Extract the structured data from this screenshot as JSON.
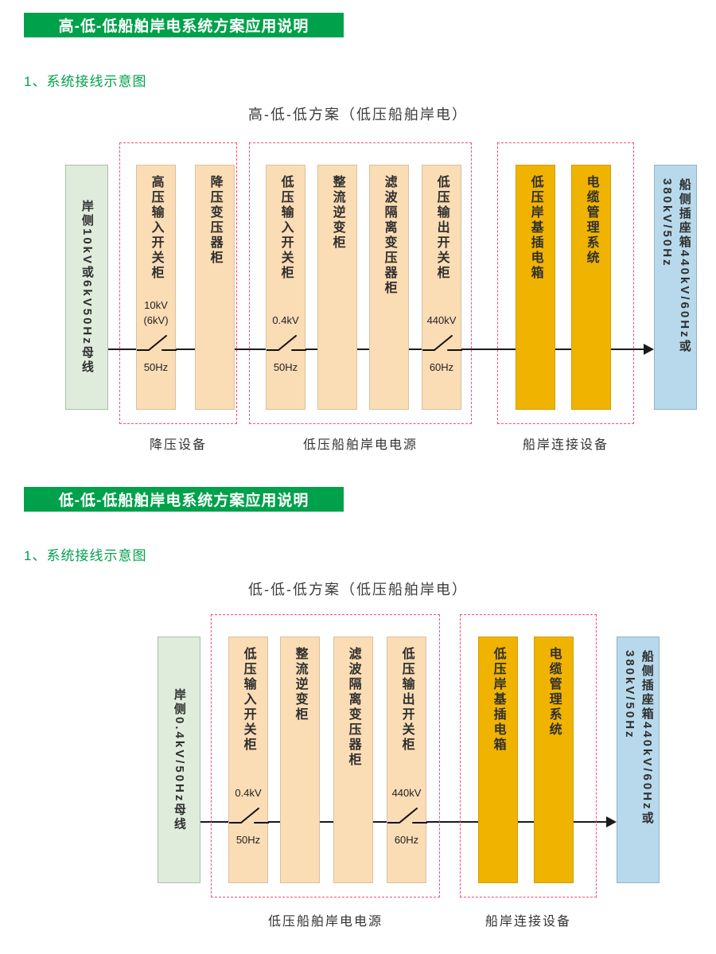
{
  "colors": {
    "banner_green": "#00a14b",
    "mint_box": "#dfecdc",
    "peach_box": "#fadcb5",
    "gold_box": "#f0b300",
    "blue_box": "#b7d9eb",
    "dashed_outline_pink": "#fb4a6f",
    "flow_line": "#1a1a1a"
  },
  "icons": {
    "switch": "knife-switch",
    "arrowhead": "flow-arrowhead"
  },
  "section1": {
    "banner": "高-低-低船舶岸电系统方案应用说明",
    "subtitle": "1、系统接线示意图",
    "diagram_title": "高-低-低方案（低压船舶岸电）"
  },
  "section2": {
    "banner": "低-低-低船舶岸电系统方案应用说明",
    "subtitle": "1、系统接线示意图",
    "diagram_title": "低-低-低方案（低压船舶岸电）"
  },
  "d1": {
    "shore_bus": "岸侧10kV或6kV50Hz母线",
    "hv_input": {
      "label": "高压输入开关柜",
      "v1": "10kV",
      "v2": "(6kV)",
      "hz": "50Hz"
    },
    "stepdown_tx": {
      "label": "降压变压器柜"
    },
    "lv_input": {
      "label": "低压输入开关柜",
      "v1": "0.4kV",
      "hz": "50Hz"
    },
    "rectifier": {
      "label": "整流逆变柜"
    },
    "filter_tx": {
      "label": "滤波隔离变压器柜"
    },
    "lv_output": {
      "label": "低压输出开关柜",
      "v1": "440kV",
      "hz": "60Hz"
    },
    "plug_box": {
      "label": "低压岸基插电箱"
    },
    "cable_mgmt": {
      "label": "电缆管理系统"
    },
    "ship_socket_l1": "船侧插座箱440kV/60Hz或",
    "ship_socket_l2": "380kV/50Hz",
    "labels": {
      "stepdown": "降压设备",
      "power": "低压船舶岸电电源",
      "connect": "船岸连接设备"
    }
  },
  "d2": {
    "shore_bus": "岸侧0.4kV/50Hz母线",
    "lv_input": {
      "label": "低压输入开关柜",
      "v1": "0.4kV",
      "hz": "50Hz"
    },
    "rectifier": {
      "label": "整流逆变柜"
    },
    "filter_tx": {
      "label": "滤波隔离变压器柜"
    },
    "lv_output": {
      "label": "低压输出开关柜",
      "v1": "440kV",
      "hz": "60Hz"
    },
    "plug_box": {
      "label": "低压岸基插电箱"
    },
    "cable_mgmt": {
      "label": "电缆管理系统"
    },
    "ship_socket_l1": "船侧插座箱440kV/60Hz或",
    "ship_socket_l2": "380kV/50Hz",
    "labels": {
      "power": "低压船舶岸电电源",
      "connect": "船岸连接设备"
    }
  }
}
